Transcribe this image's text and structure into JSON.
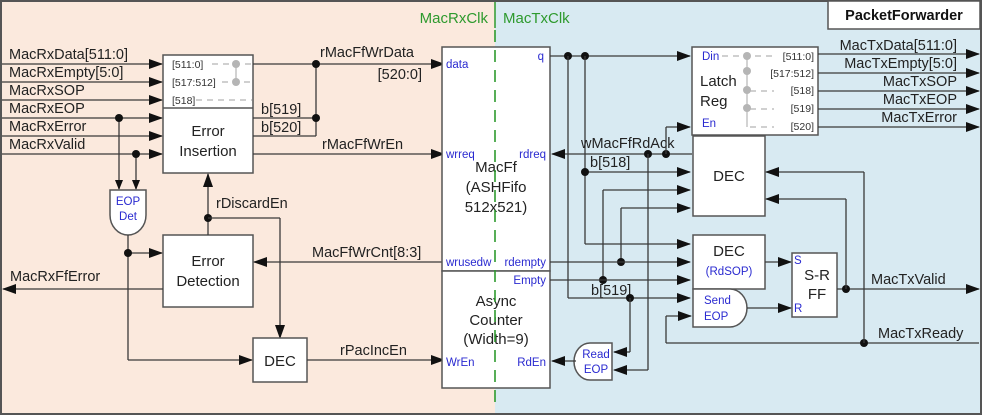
{
  "title": "PacketForwarder",
  "colors": {
    "rx_domain_bg": "#fbe9dd",
    "tx_domain_bg": "#d8eaf2",
    "clock_divider": "#2e9a2e",
    "port_label": "#2a2ad0",
    "wire": "#3a3a3a"
  },
  "clock_domains": {
    "rx": "MacRxClk",
    "tx": "MacTxClk"
  },
  "inputs": [
    "MacRxData[511:0]",
    "MacRxEmpty[5:0]",
    "MacRxSOP",
    "MacRxEOP",
    "MacRxError",
    "MacRxValid"
  ],
  "output_rx_error": "MacRxFfError",
  "outputs": [
    "MacTxData[511:0]",
    "MacTxEmpty[5:0]",
    "MacTxSOP",
    "MacTxEOP",
    "MacTxError"
  ],
  "tx_valid": "MacTxValid",
  "tx_ready": "MacTxReady",
  "blocks": {
    "error_insertion": {
      "label_1": "Error",
      "label_2": "Insertion",
      "bit_slots": [
        "[511:0]",
        "[517:512]",
        "[518]"
      ]
    },
    "error_detection": {
      "label_1": "Error",
      "label_2": "Detection"
    },
    "eop_det": {
      "label_1": "EOP",
      "label_2": "Det"
    },
    "dec_rx": {
      "label": "DEC"
    },
    "macff": {
      "label_1": "MacFf",
      "label_2": "(ASHFifo",
      "label_3": "512x521)",
      "ports": {
        "data": "data",
        "wrreq": "wrreq",
        "wrusedw": "wrusedw",
        "q": "q",
        "rdreq": "rdreq",
        "rdempty": "rdempty"
      }
    },
    "async_counter": {
      "label_1": "Async",
      "label_2": "Counter",
      "label_3": "(Width=9)",
      "ports": {
        "wren": "WrEn",
        "empty": "Empty",
        "rden": "RdEn"
      }
    },
    "latch_reg": {
      "label_1": "Latch",
      "label_2": "Reg",
      "ports": {
        "din": "Din",
        "en": "En"
      },
      "bit_slots": [
        "[511:0]",
        "[517:512]",
        "[518]",
        "[519]",
        "[520]"
      ]
    },
    "dec_tx": {
      "label": "DEC"
    },
    "dec_rdsop": {
      "label": "DEC",
      "sub": "(RdSOP)"
    },
    "send_eop": {
      "label_1": "Send",
      "label_2": "EOP"
    },
    "read_eop": {
      "label_1": "Read",
      "label_2": "EOP"
    },
    "srff": {
      "label_1": "S-R",
      "label_2": "FF",
      "ports": {
        "s": "S",
        "r": "R"
      }
    }
  },
  "signals": {
    "wr_data": "rMacFfWrData",
    "wr_data_range": "[520:0]",
    "b519": "b[519]",
    "b520": "b[520]",
    "wr_en": "rMacFfWrEn",
    "discard_en": "rDiscardEn",
    "wr_cnt": "MacFfWrCnt[8:3]",
    "pac_inc_en": "rPacIncEn",
    "rd_ack": "wMacFfRdAck",
    "b518": "b[518]",
    "b519_tx": "b[519]"
  }
}
